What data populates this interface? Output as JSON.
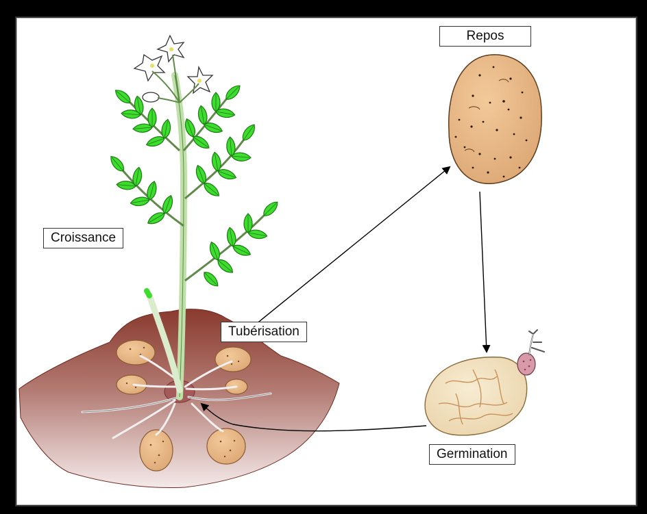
{
  "diagram": {
    "labels": {
      "croissance": "Croissance",
      "tuberisation": "Tubérisation",
      "repos": "Repos",
      "germination": "Germination"
    },
    "colors": {
      "soil_top": "#8a3a2e",
      "soil_bottom": "#f2e6e6",
      "leaf": "#3ddc2f",
      "leaf_edge": "#1a7a10",
      "tuber": "#e8b887",
      "stem": "#d9eccc"
    }
  }
}
